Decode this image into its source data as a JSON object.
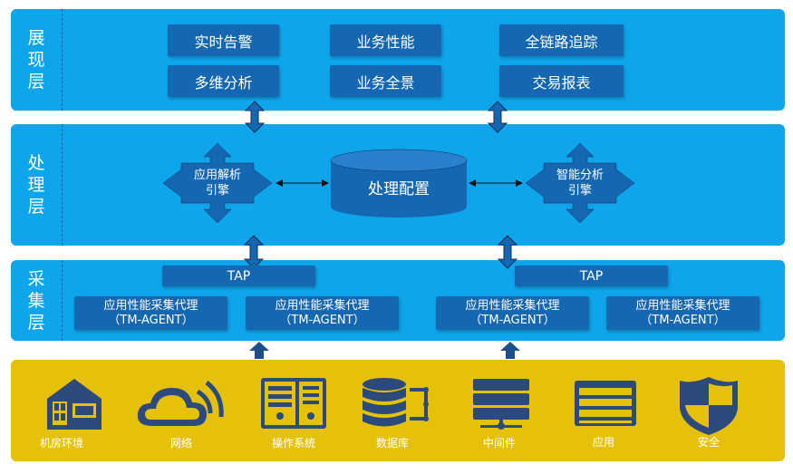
{
  "layers": {
    "presentation": {
      "label": "展现层",
      "items": [
        "实时告警",
        "业务性能",
        "全链路追踪",
        "多维分析",
        "业务全景",
        "交易报表"
      ]
    },
    "processing": {
      "label": "处理层",
      "left_engine": "应用解析引擎",
      "center": "处理配置",
      "right_engine": "智能分析引擎"
    },
    "collection": {
      "label": "采集层",
      "tap_label": "TAP",
      "agent_line1": "应用性能采集代理",
      "agent_line2": "（TM-AGENT）"
    }
  },
  "base": {
    "items": [
      "机房环境",
      "网络",
      "操作系统",
      "数据库",
      "中间件",
      "应用",
      "安全"
    ],
    "icons": [
      "building-icon",
      "cloud-wifi-icon",
      "server-rack-icon",
      "database-icon",
      "server-stack-icon",
      "app-window-icon",
      "shield-icon"
    ]
  },
  "colors": {
    "layer_bg": "#0ea5ea",
    "box_bg": "#1667b2",
    "base_bg": "#e5c10c",
    "icon": "#2c4a7c"
  }
}
